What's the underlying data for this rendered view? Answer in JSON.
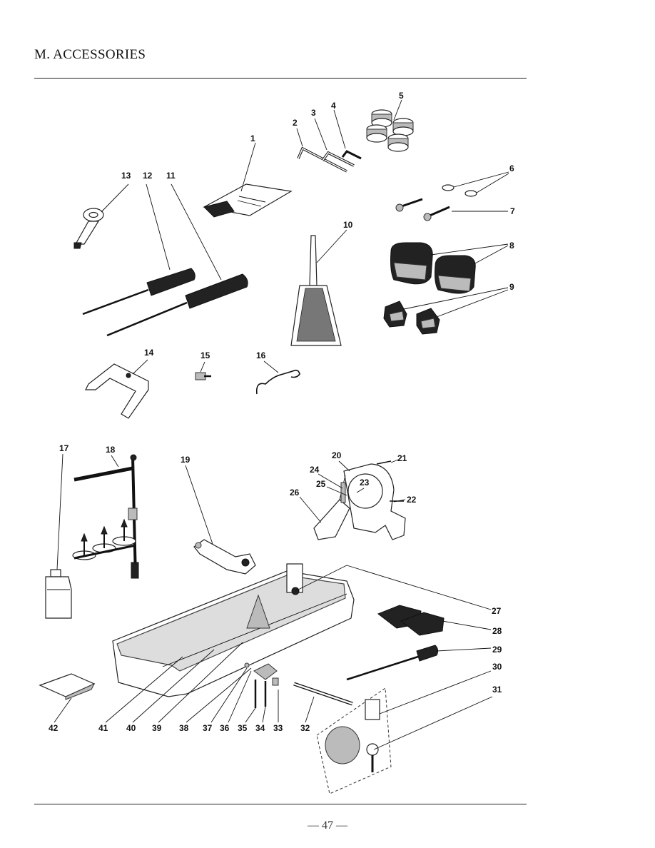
{
  "page": {
    "title": "M. ACCESSORIES",
    "footer": "— 47 —"
  },
  "callouts": [
    "1",
    "2",
    "3",
    "4",
    "5",
    "6",
    "7",
    "8",
    "9",
    "10",
    "11",
    "12",
    "13",
    "14",
    "15",
    "16",
    "17",
    "18",
    "19",
    "20",
    "21",
    "22",
    "23",
    "24",
    "25",
    "26",
    "27",
    "28",
    "29",
    "30",
    "31",
    "32",
    "33",
    "34",
    "35",
    "36",
    "37",
    "38",
    "39",
    "40",
    "41",
    "42"
  ]
}
